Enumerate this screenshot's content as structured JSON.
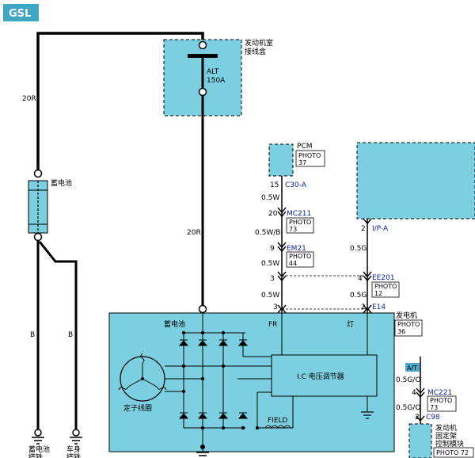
{
  "title": "GSL",
  "colors": {
    "component_fill": "#7ccfe0",
    "title_bg": "#3fa6c6",
    "wire": "#000000",
    "connector_text": "#0a22aa",
    "badge_bg": "#4aa7c9"
  },
  "labels": {
    "engine_box": "发动机室\n接线盒",
    "alt_fuse": "ALT",
    "alt_fuse_rating": "150A",
    "battery": "蓄电池",
    "battery_ground": "蓄电池\n搭铁",
    "body_ground": "车身\n搭铁",
    "wire_20r_top": "20R",
    "wire_20r_mid": "20R",
    "wire_b_left": "B",
    "wire_b_right": "B",
    "pcm": "PCM",
    "pcm_photo": "PHOTO\n37",
    "c30a_pin": "15",
    "c30a": "C30-A",
    "w_05w_1": "0.5W",
    "mc211_pin": "20",
    "mc211": "MC211",
    "mc211_photo": "PHOTO\n73",
    "w_05wb": "0.5W/B",
    "em21_pin": "9",
    "em21": "EM21",
    "em21_photo": "PHOTO\n44",
    "w_05w_2": "0.5W",
    "ee201_left_pin": "3",
    "ee201_right_pin": "4",
    "ee201": "EE201",
    "ee201_photo": "PHOTO\n12",
    "w_05w_3": "0.5W",
    "w_05g_2": "0.5G",
    "e14_left_pin": "3",
    "e14_right_pin": "2",
    "e14": "E14",
    "ipa_pin": "2",
    "ipa": "I/P-A",
    "w_05g_1": "0.5G",
    "generator": "发电机",
    "generator_photo": "PHOTO\n36",
    "gen_battery": "蓄电池",
    "gen_fr": "FR",
    "gen_lamp": "灯",
    "regulator": "I.C 电压调节器",
    "stator": "定子线圈",
    "field": "FIELD",
    "at_badge": "A/T",
    "w_05go_1": "0.5G/O",
    "mc221_pin": "4",
    "mc221": "MC221",
    "mc221_photo": "PHOTO\n73",
    "w_05go_2": "0.5G/O",
    "c98_pin": "2",
    "c98": "C98",
    "engine_mount_module": "发动机\n固定架\n控制模块",
    "engine_mount_photo": "PHOTO 72"
  }
}
